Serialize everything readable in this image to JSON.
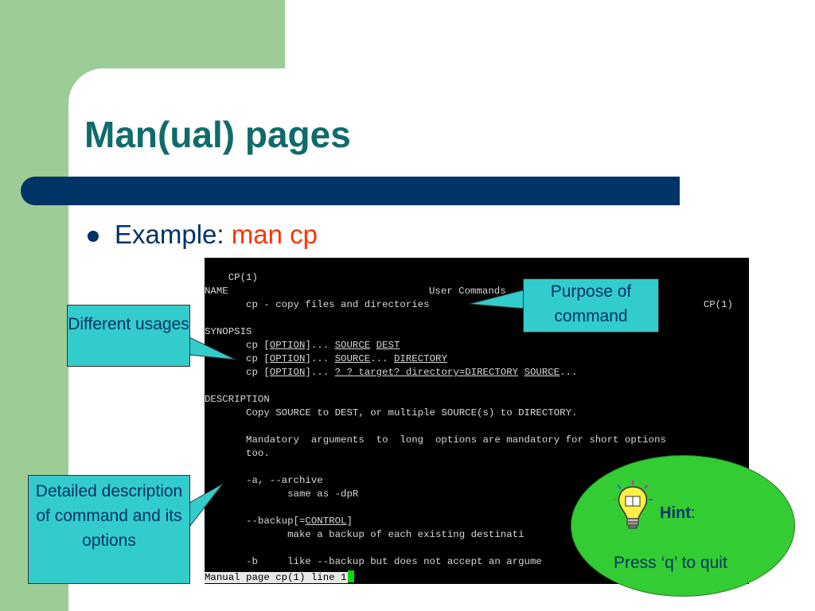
{
  "slide": {
    "title": "Man(ual) pages",
    "example_prefix": "Example: ",
    "example_command": "man cp"
  },
  "terminal": {
    "header_left": "CP(1)",
    "header_center": "User Commands",
    "header_right": "CP(1)",
    "name_heading": "NAME",
    "name_line": "       cp - copy files and directories",
    "synopsis_heading": "SYNOPSIS",
    "synopsis": [
      {
        "prefix": "       cp [",
        "opt": "OPTION",
        "mid": "]... ",
        "a": "SOURCE",
        "sep": " ",
        "b": "DEST",
        "tail": ""
      },
      {
        "prefix": "       cp [",
        "opt": "OPTION",
        "mid": "]... ",
        "a": "SOURCE",
        "sep": "... ",
        "b": "DIRECTORY",
        "tail": ""
      },
      {
        "prefix": "       cp [",
        "opt": "OPTION",
        "mid": "]... ",
        "a": "? ? target? directory=DIRECTORY",
        "sep": " ",
        "b": "SOURCE",
        "tail": "..."
      }
    ],
    "description_heading": "DESCRIPTION",
    "desc_line1": "       Copy SOURCE to DEST, or multiple SOURCE(s) to DIRECTORY.",
    "desc_line2": "       Mandatory  arguments  to  long  options are mandatory for short options",
    "desc_line3": "       too.",
    "opt_archive": "       -a, --archive",
    "opt_archive_desc": "              same as -dpR",
    "opt_backup_prefix": "       --backup[=",
    "opt_backup_arg": "CONTROL",
    "opt_backup_suffix": "]",
    "opt_backup_desc": "              make a backup of each existing destinati",
    "opt_b": "       -b     like --backup but does not accept an argume",
    "status_line": "Manual page cp(1) line 1"
  },
  "callouts": {
    "purpose": "Purpose of command",
    "usages": "Different usages",
    "detailed": "Detailed description of command and its options"
  },
  "hint": {
    "label": "Hint",
    "label_suffix": ":",
    "text": "Press ‘q’ to quit"
  },
  "colors": {
    "background_band": "#9dcd96",
    "title": "#106b6b",
    "bar": "#003366",
    "command_accent": "#ff3300",
    "callout": "#33cccc",
    "hint": "#33cc33"
  }
}
